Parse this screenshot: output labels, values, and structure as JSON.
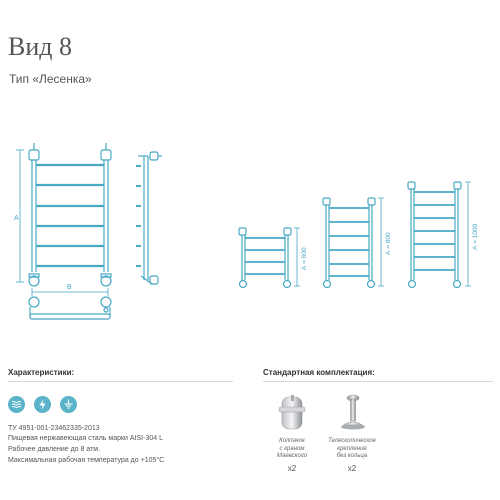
{
  "header": {
    "title": "Вид 8",
    "subtitle": "Тип «Лесенка»"
  },
  "drawing": {
    "main_dim_height": "А",
    "main_dim_width": "В",
    "size_labels": [
      "А = 600",
      "А = 800",
      "А = 1000"
    ]
  },
  "characteristics": {
    "heading": "Характеристики:",
    "icons": [
      "heating-waves-icon",
      "lightning-icon",
      "ground-icon"
    ],
    "lines": [
      "ТУ 4951-001-23462335-2013",
      "Пищевая нержавеющая сталь марки AISI-304 L",
      "Рабочее давление до 8 атм.",
      "Максимальная рабочая температура до +105°С"
    ]
  },
  "kit": {
    "heading": "Стандартная комплектация:",
    "items": [
      {
        "caption": [
          "Колпачок",
          "с краном",
          "Маевского"
        ],
        "qty": "x2",
        "icon": "cap-with-valve-icon"
      },
      {
        "caption": [
          "Телескопическое",
          "крепление",
          "без кольца"
        ],
        "qty": "x2",
        "icon": "telescopic-mount-icon"
      }
    ]
  },
  "colors": {
    "line": "#46a9c4",
    "icon_bg": "#5ab3c9",
    "text": "#444444"
  }
}
